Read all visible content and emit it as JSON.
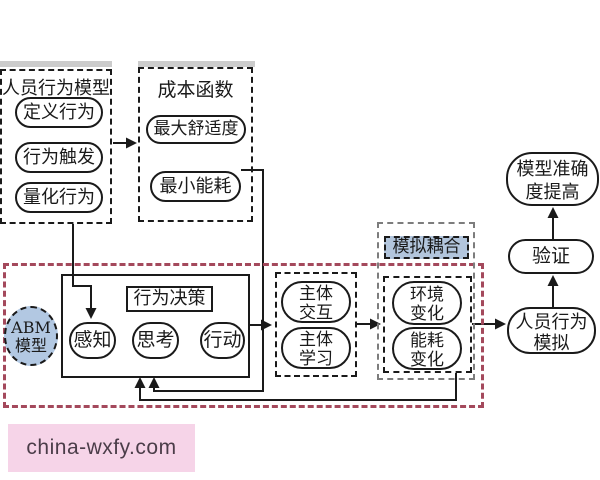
{
  "nodes": {
    "behavior_model": {
      "title": "人员行为模型",
      "item1": "定义行为",
      "item2": "行为触发",
      "item3": "量化行为"
    },
    "cost_function": {
      "title": "成本函数",
      "item1": "最大舒适度",
      "item2": "最小能耗"
    },
    "abm_model": {
      "line1": "ABM",
      "line2": "模型"
    },
    "behavior_decision": {
      "title": "行为决策",
      "step1": "感知",
      "step2": "思考",
      "step3": "行动"
    },
    "agent": {
      "interact_line1": "主体",
      "interact_line2": "交互",
      "learn_line1": "主体",
      "learn_line2": "学习"
    },
    "coupling": {
      "label": "模拟耦合",
      "env_line1": "环境",
      "env_line2": "变化",
      "energy_line1": "能耗",
      "energy_line2": "变化"
    },
    "simulation": {
      "line1": "人员行为",
      "line2": "模拟"
    },
    "verification": {
      "label": "验证"
    },
    "accuracy": {
      "line1": "模型准确",
      "line2": "度提高"
    }
  },
  "watermark": {
    "text": "china-wxfy.com"
  },
  "colors": {
    "line": "#1a1a1a",
    "abm_fill": "#b2c8e2",
    "coupling_fill": "#b2c5dc",
    "outer_dash_red": "#a4495c",
    "coupling_outer_dash": "#7d7d7d",
    "watermark_bg": "#f6d4e8",
    "watermark_text": "#4b3d49"
  }
}
